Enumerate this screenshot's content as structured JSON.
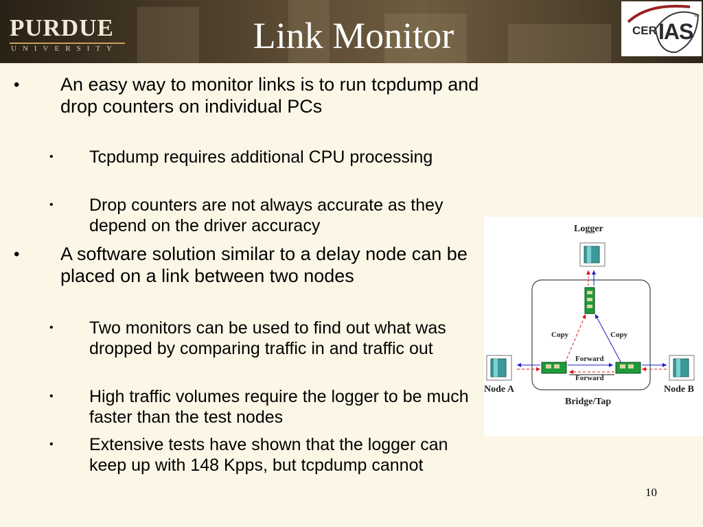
{
  "header": {
    "logo_left": {
      "name": "PURDUE",
      "sub": "UNIVERSITY"
    },
    "title": "Link Monitor",
    "logo_right": {
      "left": "CER",
      "right": "IAS",
      "mark": "®"
    }
  },
  "bullets": [
    {
      "text": "An easy way to monitor links is to run tcpdump and drop counters on individual PCs",
      "sub": [
        "Tcpdump requires additional CPU processing",
        "Drop counters are not always accurate as they depend on the driver accuracy"
      ]
    },
    {
      "text": "A software solution similar to a delay node can be placed on a link between two nodes",
      "sub": [
        "Two monitors can be used to find out what was dropped by comparing traffic in and traffic out",
        "High traffic volumes require the logger to be much faster than the test nodes",
        "Extensive tests have shown that the logger can keep up with 148 Kpps, but tcpdump cannot"
      ]
    }
  ],
  "bullet_marker": "•",
  "diagram": {
    "logger": "Logger",
    "copy_left": "Copy",
    "copy_right": "Copy",
    "forward_top": "Forward",
    "forward_bottom": "Forward",
    "node_a": "Node A",
    "node_b": "Node B",
    "bridge": "Bridge/Tap"
  },
  "page_number": "10",
  "colors": {
    "accent_red": "#e01010",
    "accent_blue": "#1a1acc",
    "computer": "#2a8a8a",
    "nic": "#1f9a3a"
  }
}
